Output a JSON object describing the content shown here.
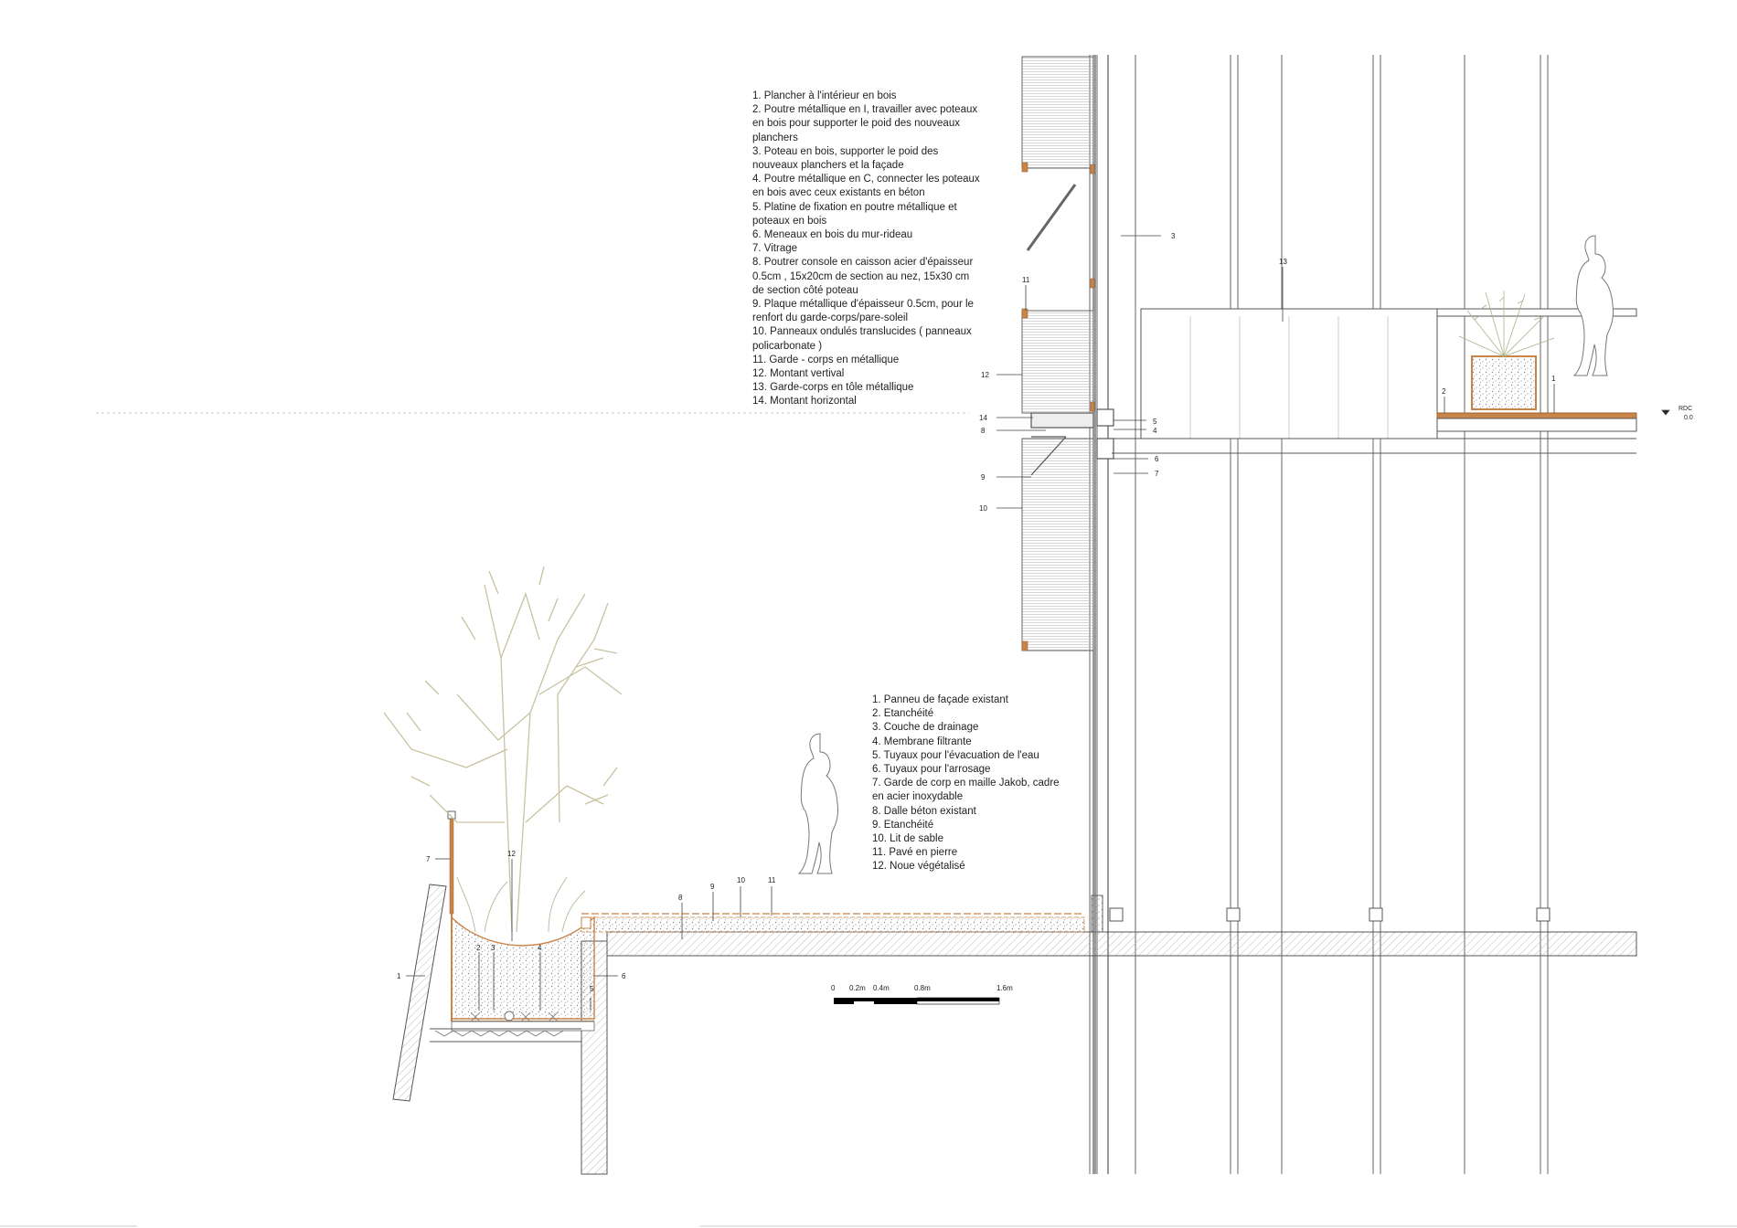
{
  "legend_top": [
    "1. Plancher à l'intérieur en bois",
    "2. Poutre métallique en I, travailler avec poteaux en bois pour supporter le poid des nouveaux planchers",
    "3. Poteau en bois, supporter le poid  des nouveaux planchers et la façade",
    "4. Poutre métallique en C, connecter les poteaux en bois avec ceux existants en béton",
    "5. Platine de fixation en poutre métallique et poteaux en bois",
    "6. Meneaux en bois du mur-rideau",
    "7. Vitrage",
    "8. Poutrer console en caisson acier d'épaisseur 0.5cm , 15x20cm de section au nez, 15x30 cm de section côté poteau",
    "9. Plaque métallique d'épaisseur 0.5cm, pour le renfort du garde-corps/pare-soleil",
    "10. Panneaux ondulés translucides ( panneaux policarbonate )",
    "11. Garde - corps en métallique",
    "12. Montant vertival",
    "13. Garde-corps en tôle métallique",
    "14. Montant horizontal"
  ],
  "legend_bottom": [
    "1. Panneu de façade existant",
    "2. Etanchéité",
    "3. Couche de drainage",
    "4. Membrane filtrante",
    "5. Tuyaux pour l'évacuation de l'eau",
    "6. Tuyaux pour l'arrosage",
    "7. Garde de corp en maille Jakob, cadre en acier inoxydable",
    "8. Dalle béton existant",
    "9. Etanchéité",
    "10. Lit de sable",
    "11. Pavé en pierre",
    "12. Noue végétalisé"
  ],
  "callouts_upper": [
    "3",
    "13",
    "11",
    "12",
    "14",
    "8",
    "5",
    "4",
    "6",
    "7",
    "9",
    "10",
    "2",
    "1"
  ],
  "callouts_lower": [
    "7",
    "12",
    "1",
    "2",
    "3",
    "4",
    "5",
    "6",
    "8",
    "9",
    "10",
    "11"
  ],
  "level_marker": {
    "label": "RDC",
    "value": "0.0"
  },
  "scale_bar": {
    "ticks": [
      "0",
      "0.2m",
      "0.4m",
      "0.8m",
      "1.6m"
    ]
  },
  "colors": {
    "line": "#555555",
    "timber": "#c8854a",
    "hatch": "#9a9a9a",
    "vegetation": "#c9c2a0"
  }
}
